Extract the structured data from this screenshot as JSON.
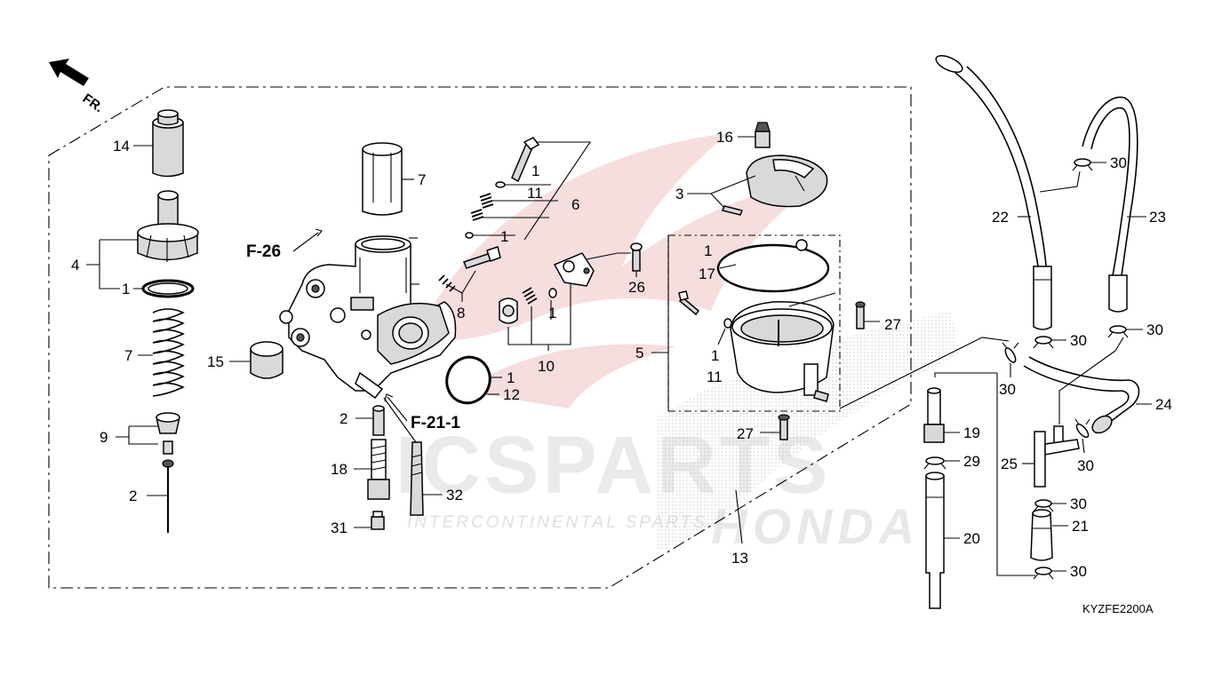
{
  "diagram": {
    "direction_label": "FR.",
    "drawing_code": "KYZFE2200A",
    "watermark": {
      "brand": "ICSPARTS",
      "brand_accent": "I",
      "tagline": "INTERCONTINENTAL SPARTS",
      "tagline_accent": "C",
      "secondary": "HONDA"
    },
    "references": {
      "f26": "F-26",
      "f21": "F-21-1"
    },
    "callouts": {
      "c14": "14",
      "c4": "4",
      "c1_oring_left": "1",
      "c7_spring": "7",
      "c9": "9",
      "c2_needle": "2",
      "c7_cap": "7",
      "c15": "15",
      "c2_jet": "2",
      "c18": "18",
      "c31": "31",
      "c32": "32",
      "c1_top": "1",
      "c11_top": "11",
      "c6": "6",
      "c1_mid": "1",
      "c8": "8",
      "c10": "10",
      "c1_washer": "1",
      "c1_gasket": "1",
      "c12": "12",
      "c26": "26",
      "c16": "16",
      "c3": "3",
      "c1_bowl": "1",
      "c17": "17",
      "c5": "5",
      "c1_bowl2": "1",
      "c11_bowl": "11",
      "c27_bowl": "27",
      "c27_screw": "27",
      "c13": "13",
      "c22": "22",
      "c23": "23",
      "c30_a": "30",
      "c30_b": "30",
      "c30_c": "30",
      "c30_d": "30",
      "c30_e": "30",
      "c30_f": "30",
      "c30_g": "30",
      "c24": "24",
      "c25": "25",
      "c19": "19",
      "c29": "29",
      "c20": "20",
      "c21": "21"
    }
  }
}
